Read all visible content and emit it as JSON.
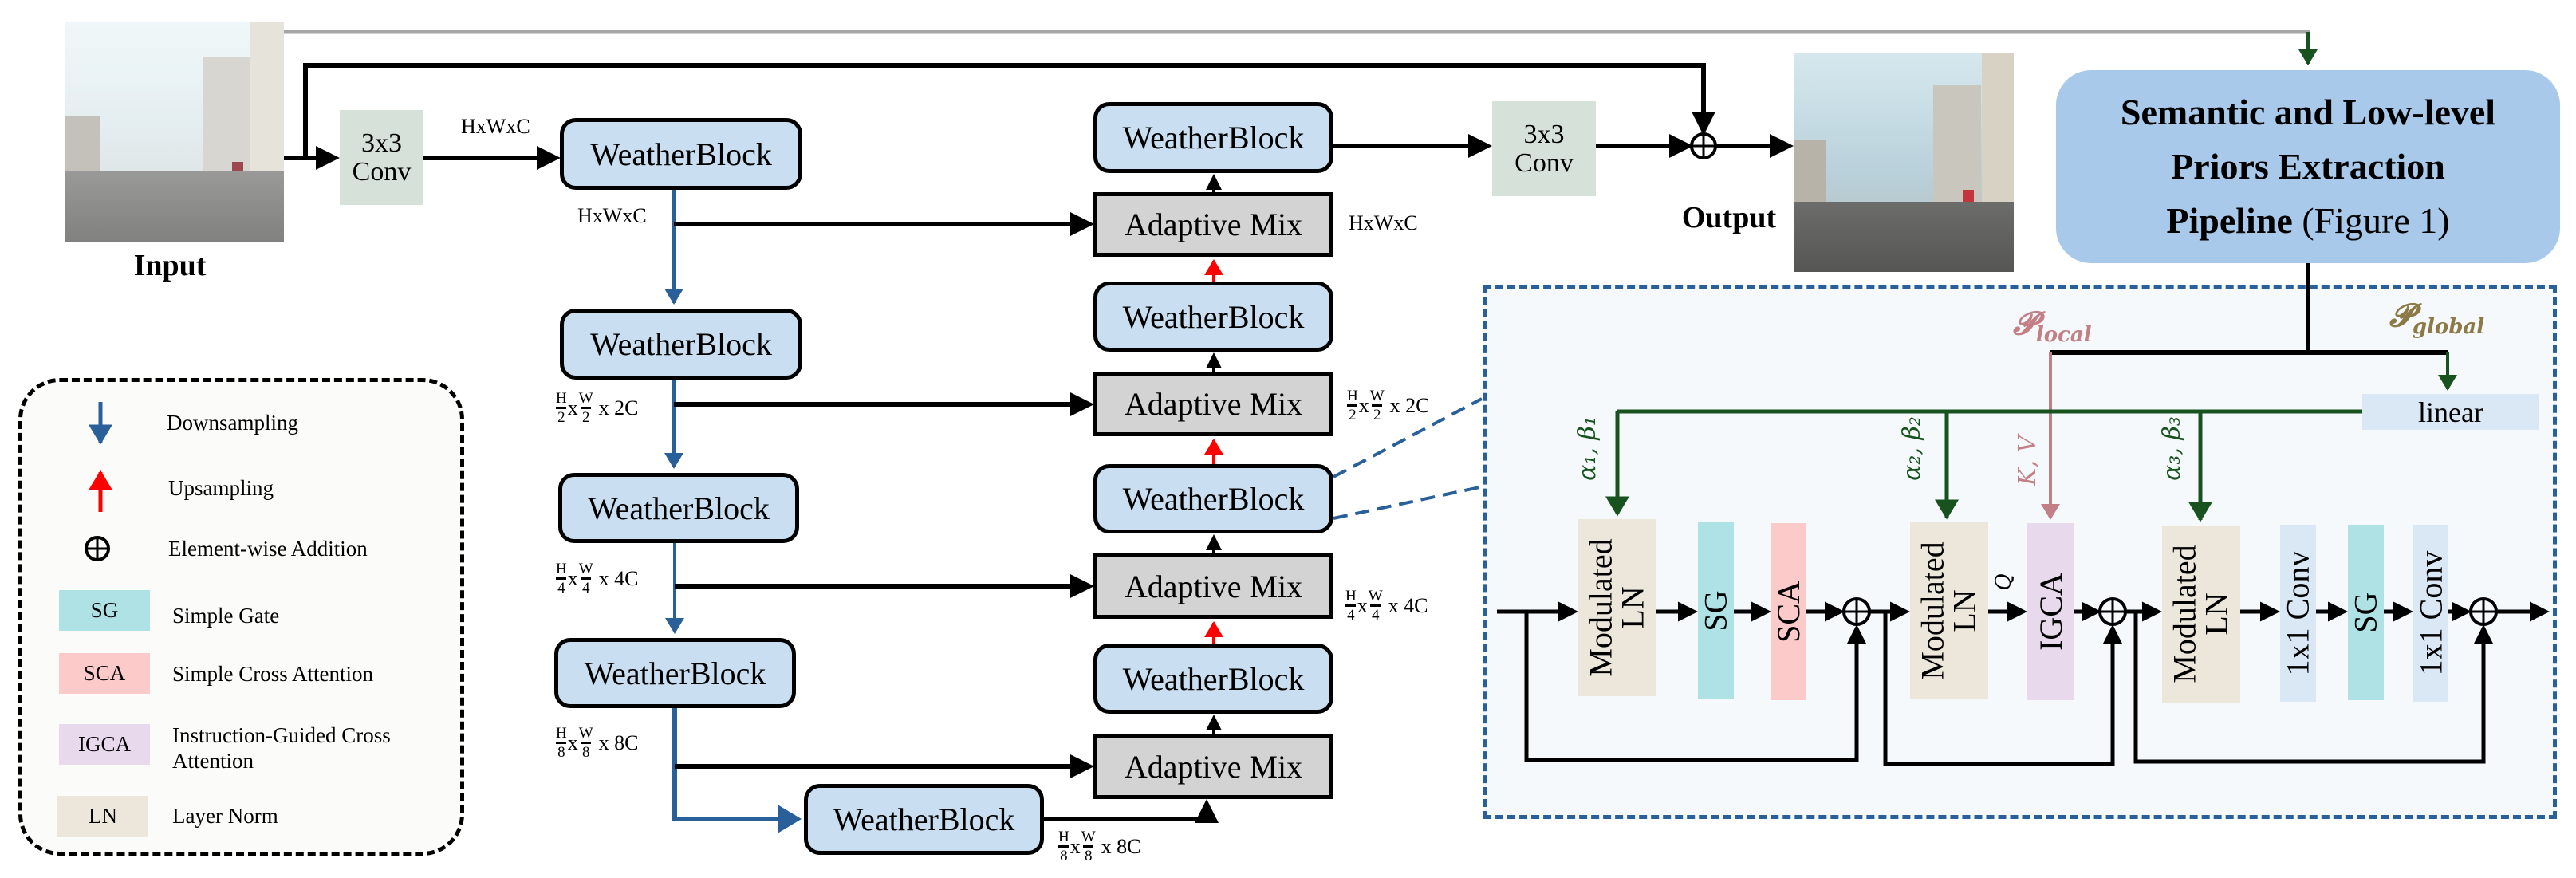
{
  "input": {
    "caption": "Input",
    "image_desc": "hazy street scene with tall buildings"
  },
  "output": {
    "caption": "Output",
    "image_desc": "restored clear street scene"
  },
  "encoder": {
    "input_conv": {
      "line1": "3x3",
      "line2": "Conv"
    },
    "input_dim": "HxWxC",
    "blocks": [
      {
        "label": "WeatherBlock",
        "dim": {
          "h": "H",
          "w": "W",
          "hd": "",
          "wd": "",
          "c": "HxWxC",
          "is_plain": true
        }
      },
      {
        "label": "WeatherBlock",
        "dim": {
          "h": "H",
          "hd": "2",
          "w": "W",
          "wd": "2",
          "c": "x 2C"
        }
      },
      {
        "label": "WeatherBlock",
        "dim": {
          "h": "H",
          "hd": "4",
          "w": "W",
          "wd": "4",
          "c": "x 4C"
        }
      },
      {
        "label": "WeatherBlock",
        "dim": {
          "h": "H",
          "hd": "8",
          "w": "W",
          "wd": "8",
          "c": "x 8C"
        }
      }
    ],
    "bottleneck": {
      "label": "WeatherBlock",
      "dim": {
        "h": "H",
        "hd": "8",
        "w": "W",
        "wd": "8",
        "c": "x 8C"
      }
    }
  },
  "decoder": {
    "blocks": [
      {
        "label": "WeatherBlock"
      },
      {
        "label": "WeatherBlock"
      },
      {
        "label": "WeatherBlock"
      },
      {
        "label": "WeatherBlock"
      }
    ],
    "mixes": [
      {
        "label": "Adaptive Mix",
        "dim_plain": "HxWxC"
      },
      {
        "label": "Adaptive Mix",
        "dim": {
          "h": "H",
          "hd": "2",
          "w": "W",
          "wd": "2",
          "c": "x 2C"
        }
      },
      {
        "label": "Adaptive Mix",
        "dim": {
          "h": "H",
          "hd": "4",
          "w": "W",
          "wd": "4",
          "c": "x 4C"
        }
      },
      {
        "label": "Adaptive Mix"
      }
    ],
    "output_conv": {
      "line1": "3x3",
      "line2": "Conv"
    }
  },
  "semantic_box": {
    "line1": "Semantic and Low-level",
    "line2": "Priors Extraction",
    "line3_bold": "Pipeline",
    "line3_normal": " (Figure 1)"
  },
  "detail_panel": {
    "p_local": {
      "symbol": "𝓟",
      "sub": "local"
    },
    "p_global": {
      "symbol": "𝓟",
      "sub": "global"
    },
    "linear": "linear",
    "kv_label": "K, V",
    "q_label": "Q",
    "mod_labels": [
      "α₁, β₁",
      "α₂, β₂",
      "α₃, β₃"
    ],
    "stages": [
      {
        "blocks": [
          {
            "id": "mln1",
            "line1": "Modulated",
            "line2": "LN",
            "type": "LN"
          },
          {
            "id": "sg1",
            "line1": "SG",
            "type": "SG"
          },
          {
            "id": "sca",
            "line1": "SCA",
            "type": "SCA"
          }
        ]
      },
      {
        "blocks": [
          {
            "id": "mln2",
            "line1": "Modulated",
            "line2": "LN",
            "type": "LN"
          },
          {
            "id": "igca",
            "line1": "IGCA",
            "type": "IGCA"
          }
        ]
      },
      {
        "blocks": [
          {
            "id": "mln3",
            "line1": "Modulated",
            "line2": "LN",
            "type": "LN"
          },
          {
            "id": "conv1",
            "line1": "1x1 Conv",
            "type": "CONV"
          },
          {
            "id": "sg2",
            "line1": "SG",
            "type": "SG"
          },
          {
            "id": "conv2",
            "line1": "1x1 Conv",
            "type": "CONV"
          }
        ]
      }
    ]
  },
  "legend": {
    "items": [
      {
        "icon": "blue-down-arrow",
        "label": "Downsampling"
      },
      {
        "icon": "red-up-arrow",
        "label": "Upsampling"
      },
      {
        "icon": "circled-plus",
        "label": "Element-wise Addition"
      },
      {
        "swatch": "SG",
        "label": "Simple Gate"
      },
      {
        "swatch": "SCA",
        "label": "Simple Cross Attention"
      },
      {
        "swatch": "IGCA",
        "label_line1": "Instruction-Guided Cross",
        "label_line2": "Attention"
      },
      {
        "swatch": "LN",
        "label": "Layer Norm"
      }
    ]
  },
  "colors": {
    "weatherblock": "#c9dff1",
    "adaptive_mix": "#d3d3d3",
    "conv": "#d5e1d9",
    "semantic": "#a8c9ea",
    "downsample": "#2a6099",
    "upsample": "#ff0000",
    "modulation": "#17521f",
    "p_local": "#c27f86",
    "p_global": "#8b7a45",
    "sg": "#afe2e5",
    "sca": "#fdcaca",
    "igca": "#e8d9ec",
    "ln": "#ece6db",
    "conv1x1": "#dae8f5"
  }
}
